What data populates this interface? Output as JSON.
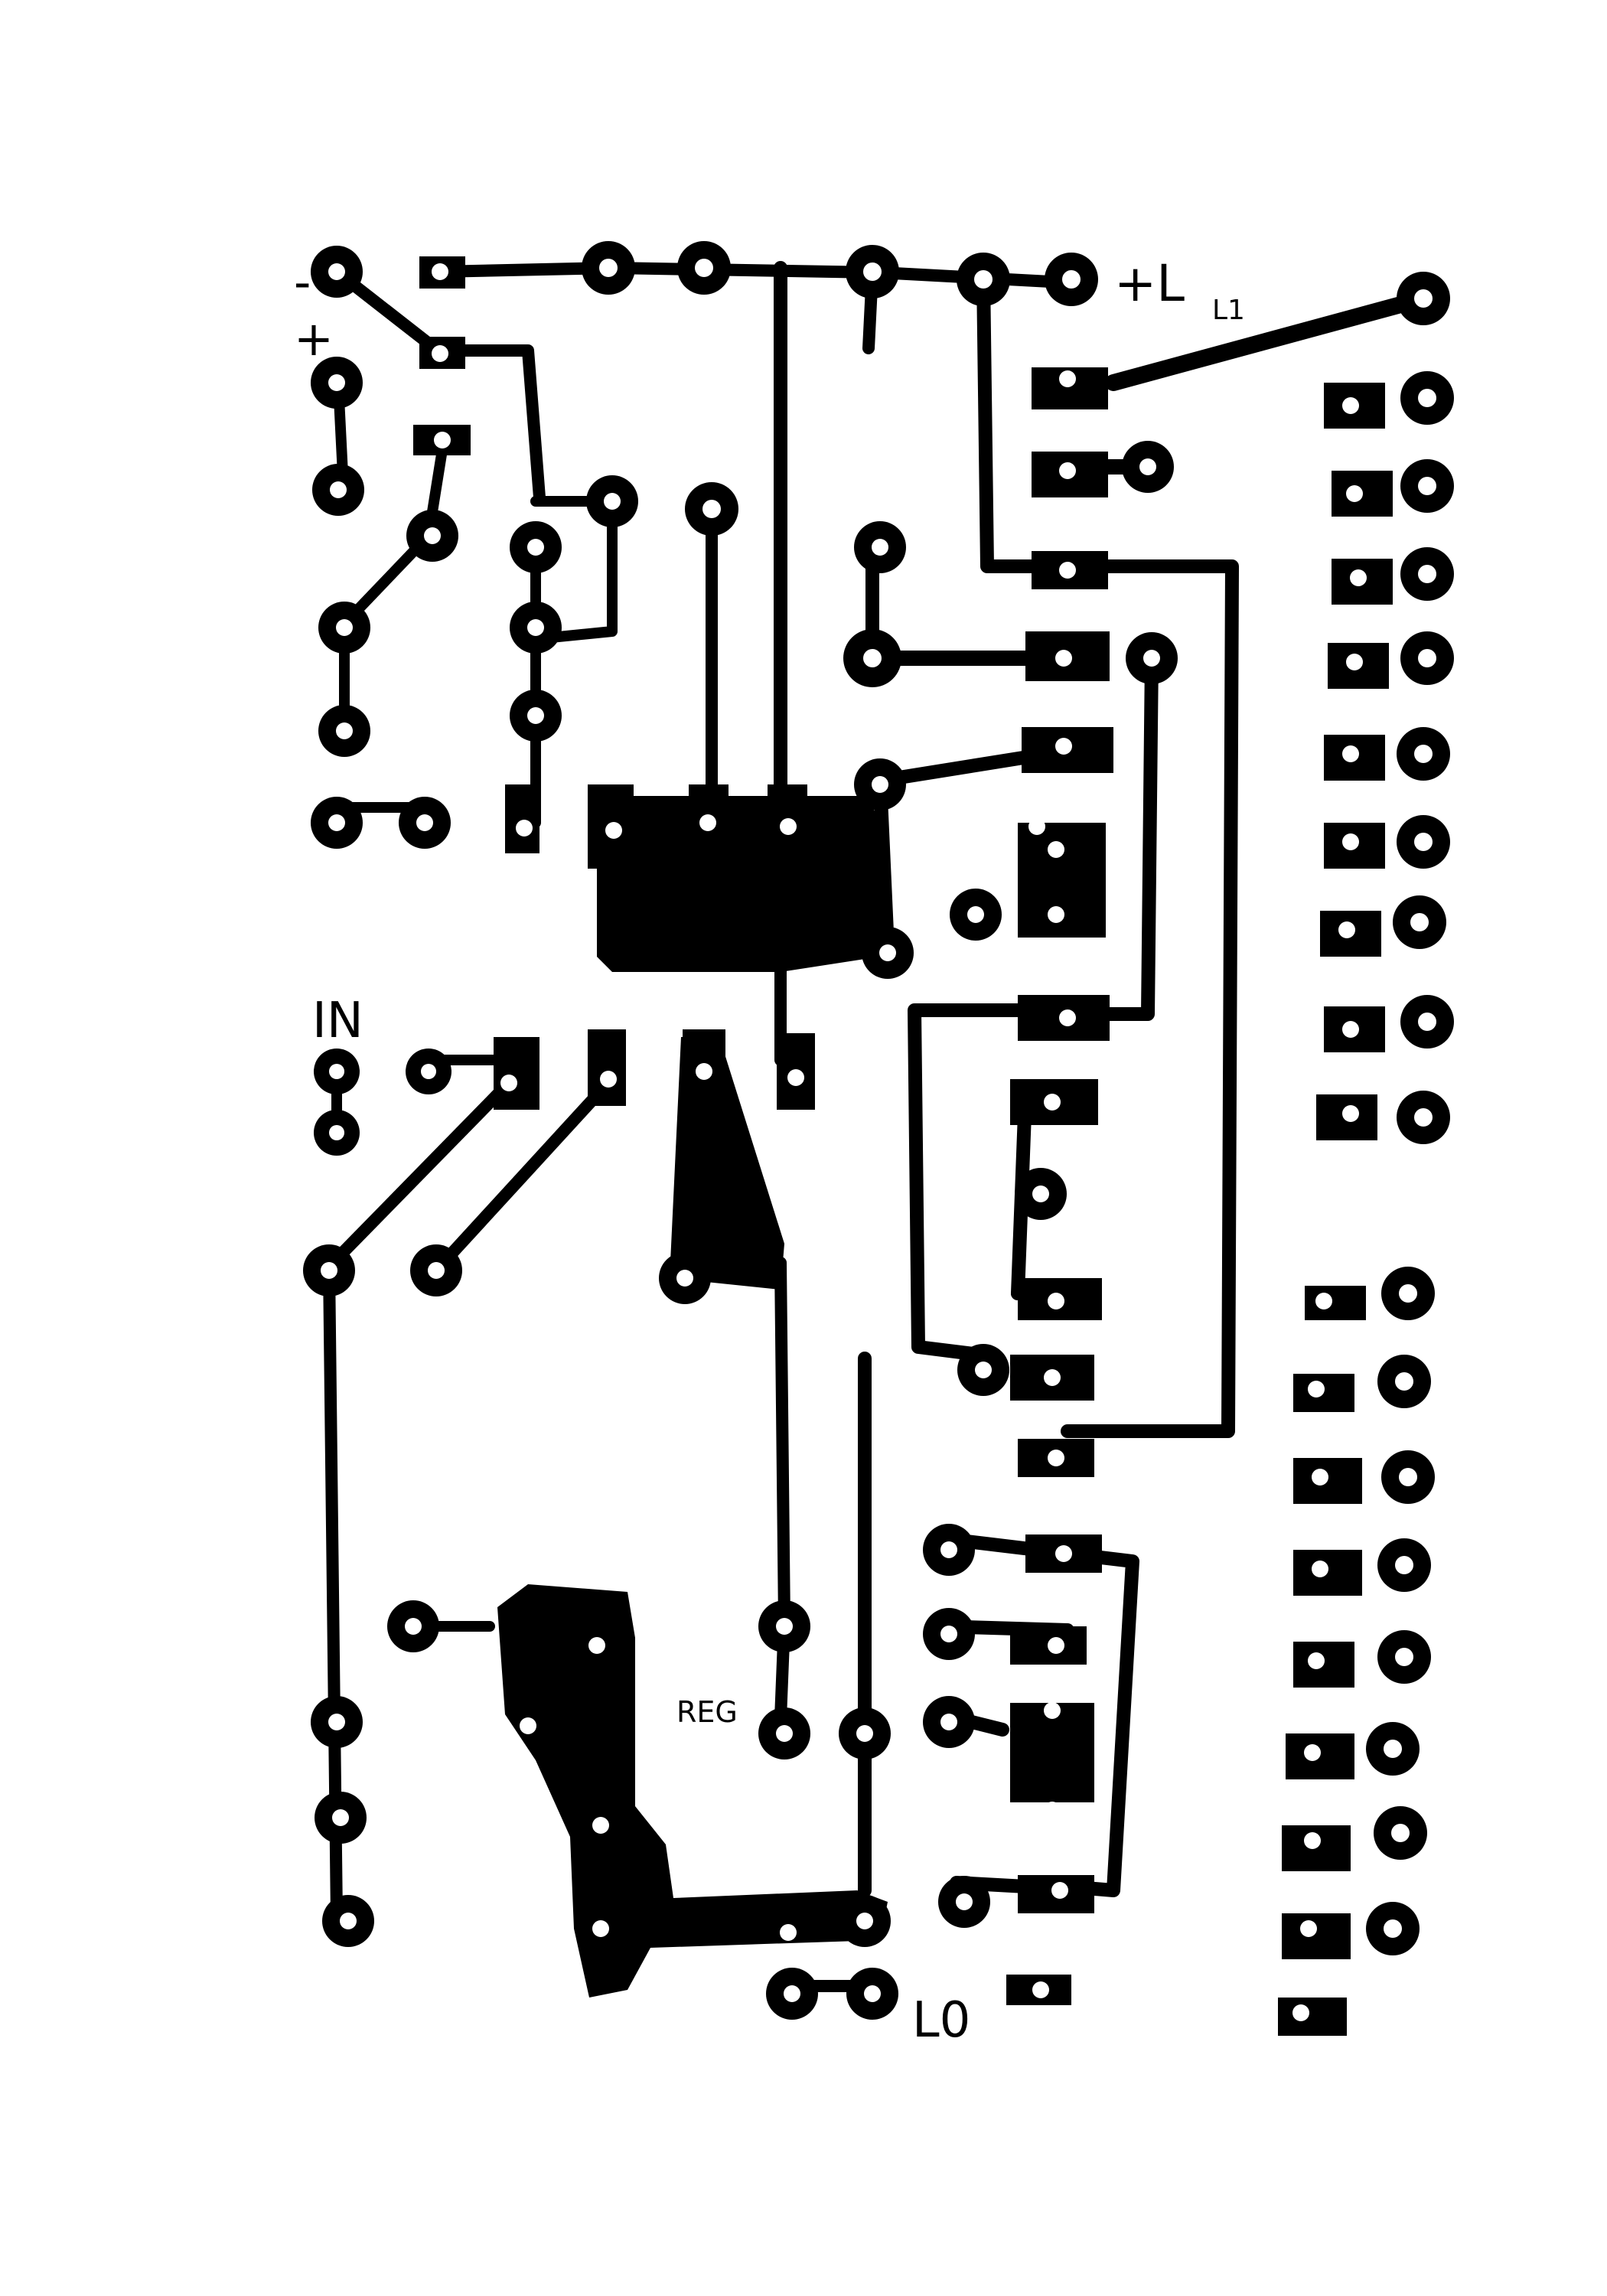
{
  "board": {
    "labels": {
      "minus": "-",
      "plus": "+",
      "positive_l": "+L",
      "l1": "L1",
      "input": "IN",
      "regulator": "REG",
      "l0": "L0"
    },
    "copper_color": "#000000",
    "background_color": "#ffffff"
  }
}
